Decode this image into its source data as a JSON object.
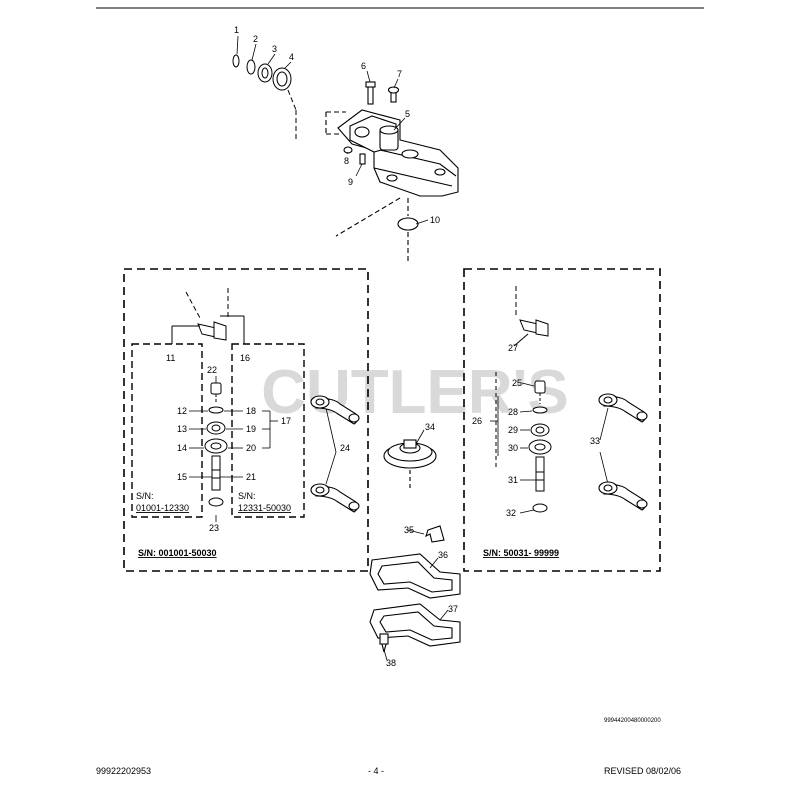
{
  "callouts": {
    "c1": "1",
    "c2": "2",
    "c3": "3",
    "c4": "4",
    "c5": "5",
    "c6": "6",
    "c7": "7",
    "c8": "8",
    "c9": "9",
    "c10": "10",
    "c11": "11",
    "c12": "12",
    "c13": "13",
    "c14": "14",
    "c15": "15",
    "c16": "16",
    "c17": "17",
    "c18": "18",
    "c19": "19",
    "c20": "20",
    "c21": "21",
    "c22": "22",
    "c23": "23",
    "c24": "24",
    "c25": "25",
    "c26": "26",
    "c27": "27",
    "c28": "28",
    "c29": "29",
    "c30": "30",
    "c31": "31",
    "c32": "32",
    "c33": "33",
    "c34": "34",
    "c35": "35",
    "c36": "36",
    "c37": "37",
    "c38": "38"
  },
  "serials": {
    "inner_left_prefix": "S/N:",
    "inner_left_range": "01001-12330",
    "inner_right_prefix": "S/N:",
    "inner_right_range": "12331-50030",
    "left_box": "S/N: 001001-50030",
    "right_box": "S/N: 50031- 99999"
  },
  "watermark": "CUTLER'S",
  "drawing_code": "99944200480000200",
  "footer": {
    "part_number": "99922202953",
    "page": "- 4 -",
    "revised": "REVISED 08/02/06"
  },
  "colors": {
    "ink": "#000000",
    "watermark": "#d9d9d9",
    "paper": "#ffffff"
  }
}
